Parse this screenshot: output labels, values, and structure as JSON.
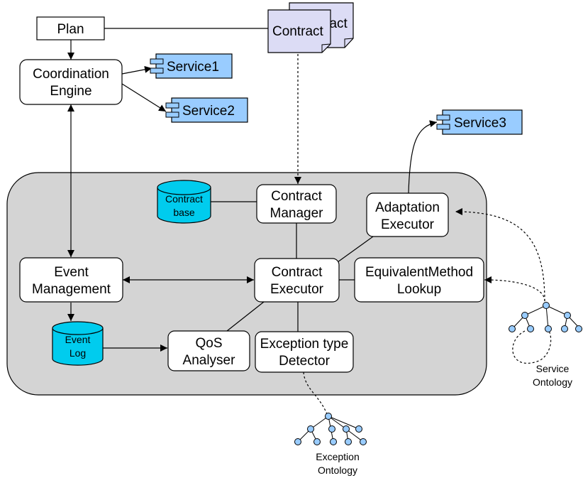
{
  "nodes": {
    "plan": "Plan",
    "coordination_engine": [
      "Coordination",
      "Engine"
    ],
    "service1": "Service1",
    "service2": "Service2",
    "service3": "Service3",
    "contract_back": "Contract",
    "contract": "Contract",
    "contract_base": [
      "Contract",
      "base"
    ],
    "contract_manager": [
      "Contract",
      "Manager"
    ],
    "adaptation_executor": [
      "Adaptation",
      "Executor"
    ],
    "event_management": [
      "Event",
      "Management"
    ],
    "contract_executor": [
      "Contract",
      "Executor"
    ],
    "equivalent_method_lookup": [
      "EquivalentMethod",
      "Lookup"
    ],
    "event_log": [
      "Event",
      "Log"
    ],
    "qos_analyser": [
      "QoS",
      "Analyser"
    ],
    "exception_type_detector": [
      "Exception type",
      "Detector"
    ],
    "service_ontology": [
      "Service",
      "Ontology"
    ],
    "exception_ontology": [
      "Exception",
      "Ontology"
    ]
  },
  "colors": {
    "service_fill": "#99ccff",
    "contract_fill": "#dcdcf5",
    "cylinder_fill": "#00ccee",
    "container_fill": "#d4d4d4",
    "tree_node_fill": "#99ccff",
    "line": "#000000"
  }
}
